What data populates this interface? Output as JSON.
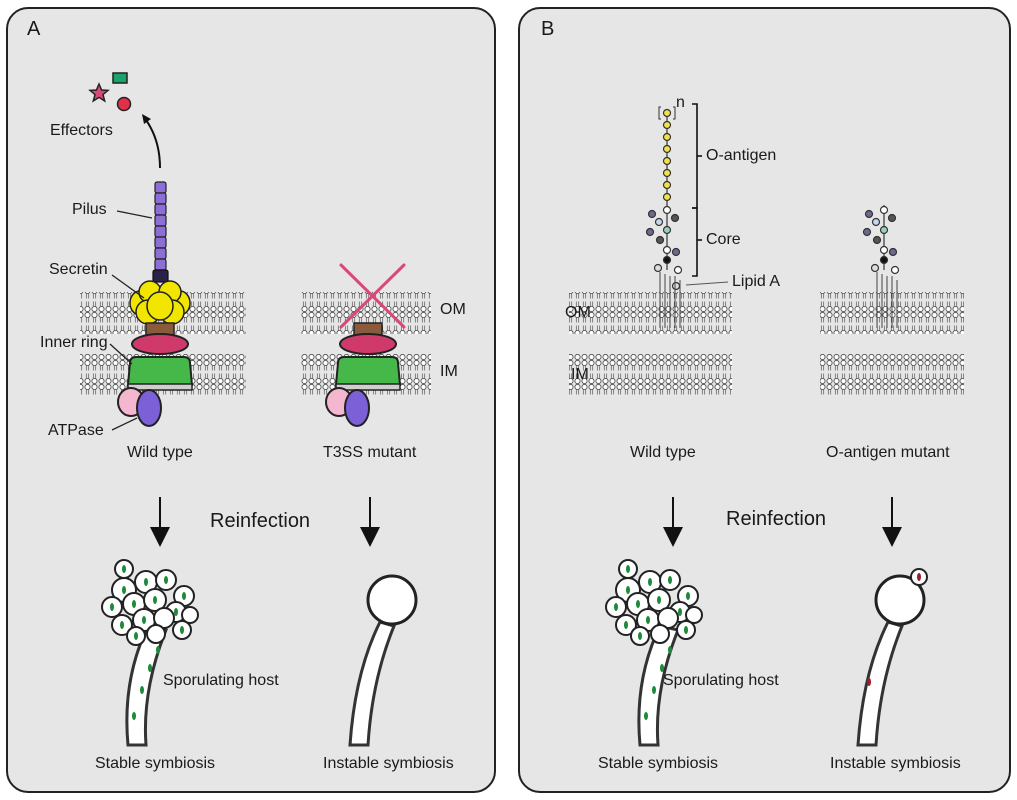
{
  "panel_a": {
    "letter": "A",
    "labels": {
      "effectors": "Effectors",
      "pilus": "Pilus",
      "secretin": "Secretin",
      "inner_ring": "Inner ring",
      "atpase": "ATPase",
      "om": "OM",
      "im": "IM",
      "wild_type": "Wild type",
      "mutant": "T3SS mutant",
      "reinfection": "Reinfection",
      "sporulating": "Sporulating host",
      "stable": "Stable symbiosis",
      "instable": "Instable symbiosis"
    }
  },
  "panel_b": {
    "letter": "B",
    "labels": {
      "n": "n",
      "o_antigen": "O-antigen",
      "core": "Core",
      "lipid_a": "Lipid A",
      "om": "OM",
      "im": "IM",
      "wild_type": "Wild type",
      "mutant": "O-antigen mutant",
      "reinfection": "Reinfection",
      "sporulating": "Sporulating host",
      "stable": "Stable symbiosis",
      "instable": "Instable symbiosis"
    }
  },
  "colors": {
    "pilus": "#8b6fd6",
    "secretin": "#f2e600",
    "brown": "#8a5a3c",
    "ring": "#d03a6a",
    "inner": "#46b84a",
    "pink": "#f5b6cf",
    "violet": "#7b60d8",
    "cross": "#d9487a",
    "effector_star": "#d9487a",
    "effector_square": "#1aa36b",
    "effector_circle": "#e0304a",
    "bacteroid": "#1f8a3a",
    "mutant_bacteroid": "#9a1f2a",
    "yellow_sugar": "#f2e24a"
  },
  "icons": [
    "star-icon",
    "square-icon",
    "circle-icon",
    "cross-icon",
    "arrow-down-icon"
  ]
}
